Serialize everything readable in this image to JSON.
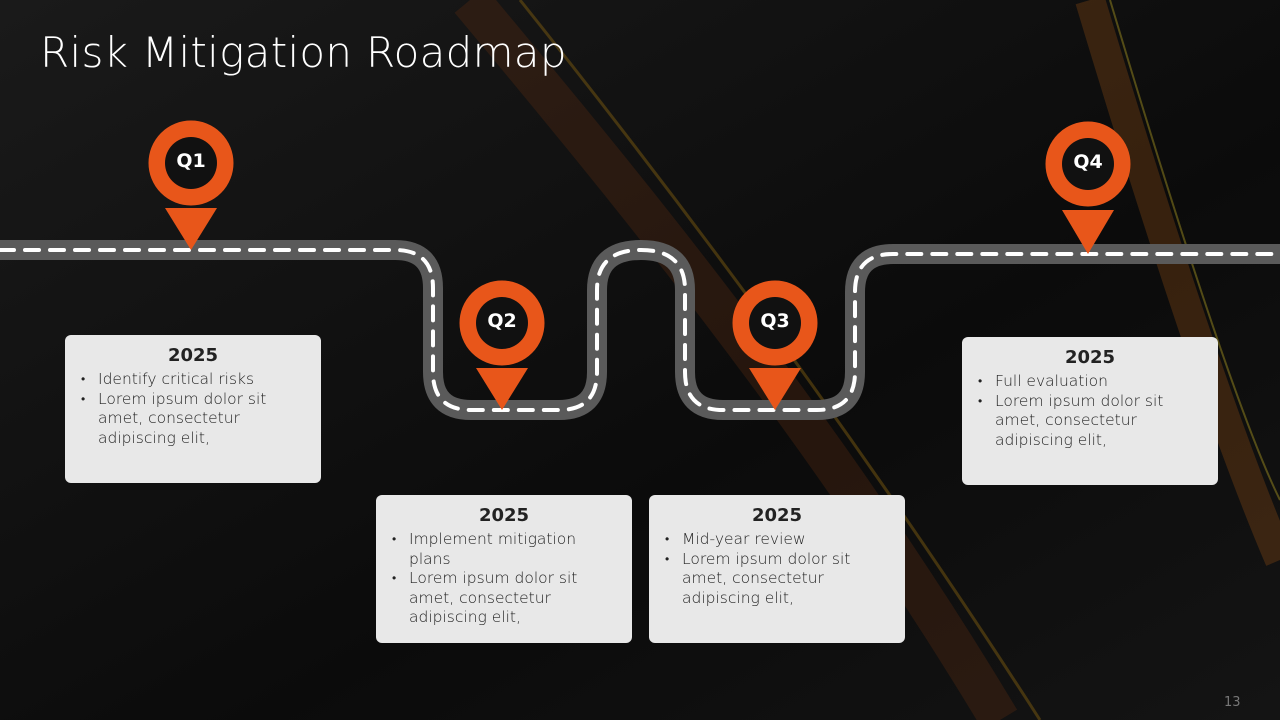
{
  "title": "Risk Mitigation Roadmap",
  "colors": {
    "accent": "#E8561A",
    "road": "#5A5A5A",
    "card": "#E8E8E8"
  },
  "milestones": [
    {
      "label": "Q1",
      "year": "2025",
      "bullets": [
        "Identify critical risks",
        "Lorem ipsum dolor sit amet, consectetur adipiscing elit,"
      ]
    },
    {
      "label": "Q2",
      "year": "2025",
      "bullets": [
        "Implement mitigation plans",
        "Lorem ipsum dolor sit amet, consectetur adipiscing elit,"
      ]
    },
    {
      "label": "Q3",
      "year": "2025",
      "bullets": [
        "Mid-year review",
        "Lorem ipsum dolor sit amet, consectetur adipiscing elit,"
      ]
    },
    {
      "label": "Q4",
      "year": "2025",
      "bullets": [
        "Full evaluation",
        "Lorem ipsum dolor sit amet, consectetur adipiscing elit,"
      ]
    }
  ],
  "page_number": "13"
}
